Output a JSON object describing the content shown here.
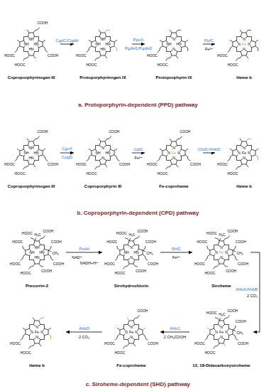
{
  "diagram": {
    "nodes": [
      {
        "text": [
          "Coproporphyrinogen III"
        ]
      },
      {
        "text": [
          "Protoporphyrinogen IX"
        ]
      },
      {
        "text": [
          "Protoporphyrin IX"
        ]
      },
      {
        "text": [
          "Heme b"
        ]
      },
      {
        "text": [
          "Coproporphyrinogen III"
        ]
      },
      {
        "text": [
          "Coproporphyrin III"
        ]
      },
      {
        "text": [
          "Fe-coproheme"
        ]
      },
      {
        "text": [
          "Heme b"
        ]
      },
      {
        "text": [
          "Precorrin-2"
        ]
      },
      {
        "text": [
          "Sirohydrochlorin"
        ]
      },
      {
        "text": [
          "Siroheme"
        ]
      },
      {
        "text": [
          "12, 18-Didecarboxysiroheme"
        ]
      },
      {
        "text": [
          "Fe-coproheme"
        ]
      },
      {
        "text": [
          "Heme b"
        ]
      }
    ],
    "edges": [
      {
        "from": 0,
        "to": 1,
        "arrow": "to",
        "label": "CgdC/CgdH"
      },
      {
        "from": 1,
        "to": 2,
        "arrow": "to",
        "label": "PpoX PgdH1/PgdH2"
      },
      {
        "from": 2,
        "to": 3,
        "arrow": "to",
        "label": "PpfC"
      },
      {
        "from": 4,
        "to": 5,
        "arrow": "to",
        "label": "CgoX CpgD"
      },
      {
        "from": 5,
        "to": 6,
        "arrow": "to",
        "label": "CpfC"
      },
      {
        "from": 6,
        "to": 7,
        "arrow": "to",
        "label": "ChdC/AhbD"
      },
      {
        "from": 8,
        "to": 9,
        "arrow": "to",
        "label": "PcdH"
      },
      {
        "from": 9,
        "to": 10,
        "arrow": "to",
        "label": "ShfC"
      },
      {
        "from": 10,
        "to": 11,
        "arrow": "to",
        "label": "AhbA/AhbB"
      },
      {
        "from": 11,
        "to": 12,
        "arrow": "to",
        "label": "AhbC"
      },
      {
        "from": 12,
        "to": 13,
        "arrow": "to",
        "label": "AhbD"
      }
    ],
    "labels": [
      "COOH",
      "COOH",
      "HOOC",
      "HOOC",
      "NH",
      "HN",
      "HN",
      "NH",
      "HOOC",
      "HOOC",
      "NH",
      "HN",
      "HN",
      "NH",
      "HOOC",
      "HOOC",
      "N",
      "HN",
      "N",
      "NH",
      "HOOC",
      "HOOC",
      "N",
      "N",
      "N",
      "N",
      "Fe",
      "COOH",
      "COOH",
      "HOOC",
      "HOOC",
      "NH",
      "HN",
      "HN",
      "NH",
      "COOH",
      "COOH",
      "HOOC",
      "HOOC",
      "N",
      "HN",
      "N",
      "NH",
      "COOH",
      "COOH",
      "HOOC",
      "HOOC",
      "N",
      "N",
      "N",
      "N",
      "Fe",
      "HOOC",
      "HOOC",
      "N",
      "N",
      "N",
      "N",
      "Fe",
      "HOOC",
      "COOH",
      "COOH",
      "COOH",
      "COOH",
      "HOOC",
      "HOOC",
      "HOOC",
      "H₃C",
      "CH₃",
      "NH",
      "HN",
      "HN",
      "NH",
      "HOOC",
      "COOH",
      "COOH",
      "COOH",
      "COOH",
      "HOOC",
      "HOOC",
      "HOOC",
      "H₃C",
      "CH₃",
      "N",
      "HN",
      "N",
      "NH",
      "HOOC",
      "COOH",
      "COOH",
      "COOH",
      "COOH",
      "HOOC",
      "HOOC",
      "HOOC",
      "H₃C",
      "CH₃",
      "N",
      "N",
      "N",
      "N",
      "Fe",
      "HOOC",
      "COOH",
      "COOH",
      "COOH",
      "HOOC",
      "HOOC",
      "H₃C",
      "CH₃",
      "N",
      "N",
      "N",
      "N",
      "Fe",
      "COOH",
      "COOH",
      "HOOC",
      "HOOC",
      "N",
      "N",
      "N",
      "N",
      "Fe",
      "HOOC",
      "HOOC",
      "N",
      "N",
      "N",
      "N",
      "Fe",
      "Fe²⁺",
      "Fe²⁺",
      "NAD⁺",
      "NADH+H⁺",
      "Fe²⁺",
      "2 CO₂",
      "2 CH₃COOH",
      "2 CO₂",
      "a. Protoporphyrin-dependent (PPD) pathway",
      "b. Coproporphyrin-dependent (CPD) pathway",
      "c. Siroheme-dependent (SHD) pathway"
    ]
  }
}
